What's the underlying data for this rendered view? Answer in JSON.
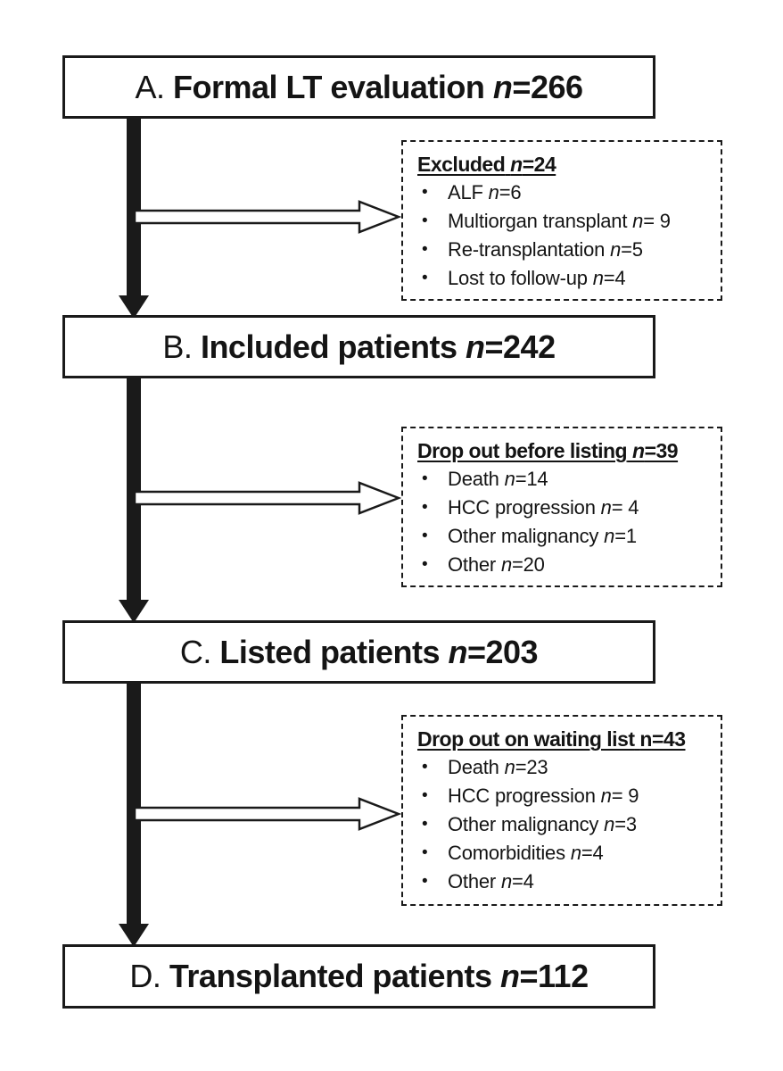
{
  "figure": {
    "type": "patient-flow-diagram",
    "colors": {
      "ink": "#1a1a1a",
      "paper": "#ffffff"
    },
    "icons": {
      "down_arrow": "filled-black-down-arrow",
      "right_arrow": "white-outlined-right-arrow"
    }
  },
  "stages": [
    {
      "prefix": "A.",
      "title": "Formal LT evaluation",
      "n": "n",
      "value": "=266"
    },
    {
      "prefix": "B.",
      "title": "Included patients",
      "n": "n",
      "value": "=242"
    },
    {
      "prefix": "C.",
      "title": "Listed patients",
      "n": "n",
      "value": "=203"
    },
    {
      "prefix": "D.",
      "title": "Transplanted patients",
      "n": "n",
      "value": "=112"
    }
  ],
  "sideboxes": [
    {
      "title": {
        "text": "Excluded",
        "n": "n",
        "value": "=24"
      },
      "items": [
        {
          "text": "ALF",
          "n": "n",
          "value": "=6"
        },
        {
          "text": "Multiorgan transplant",
          "n": "n",
          "value": "= 9"
        },
        {
          "text": "Re-transplantation",
          "n": "n",
          "value": "=5"
        },
        {
          "text": "Lost to follow-up",
          "n": "n",
          "value": "=4"
        }
      ]
    },
    {
      "title": {
        "text": "Drop out before listing",
        "n": "n",
        "value": "=39"
      },
      "items": [
        {
          "text": "Death",
          "n": "n",
          "value": "=14"
        },
        {
          "text": "HCC progression",
          "n": "n",
          "value": "= 4"
        },
        {
          "text": "Other malignancy",
          "n": "n",
          "value": "=1"
        },
        {
          "text": "Other",
          "n": "n",
          "value": "=20"
        }
      ]
    },
    {
      "title": {
        "text": "Drop out on waiting list",
        "n": "n",
        "value": "=43"
      },
      "items": [
        {
          "text": "Death",
          "n": "n",
          "value": "=23"
        },
        {
          "text": "HCC progression",
          "n": "n",
          "value": "= 9"
        },
        {
          "text": "Other malignancy",
          "n": "n",
          "value": "=3"
        },
        {
          "text": "Comorbidities",
          "n": "n",
          "value": "=4"
        },
        {
          "text": "Other",
          "n": "n",
          "value": "=4"
        }
      ]
    }
  ]
}
